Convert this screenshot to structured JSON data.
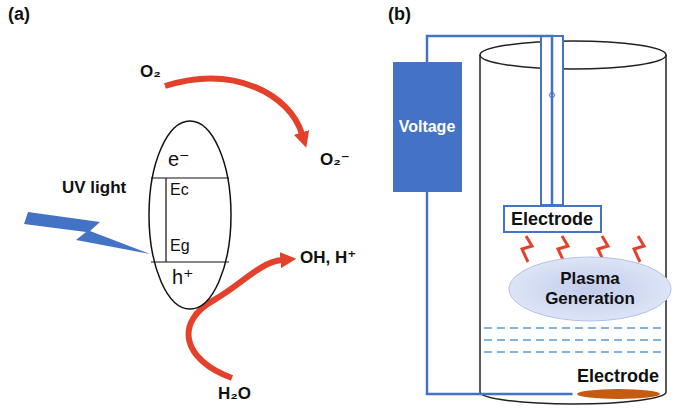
{
  "diagram": {
    "nodes": [
      {
        "text": [
          "e⁻",
          "Ec",
          "Eg",
          "h⁺"
        ]
      },
      {
        "text": [
          "Voltage"
        ]
      },
      {
        "text": [
          "Electrode"
        ]
      },
      {
        "text": [
          "Plasma Generation"
        ]
      },
      {
        "text": [
          "Electrode"
        ]
      }
    ],
    "edges": [
      {
        "from": 1,
        "to": 2,
        "arrow": "none"
      },
      {
        "from": 1,
        "to": 4,
        "arrow": "none"
      }
    ],
    "labels": [
      "(a)",
      "(b)",
      "UV light",
      "O₂",
      "O₂⁻",
      "OH, H⁺",
      "H₂O"
    ]
  }
}
